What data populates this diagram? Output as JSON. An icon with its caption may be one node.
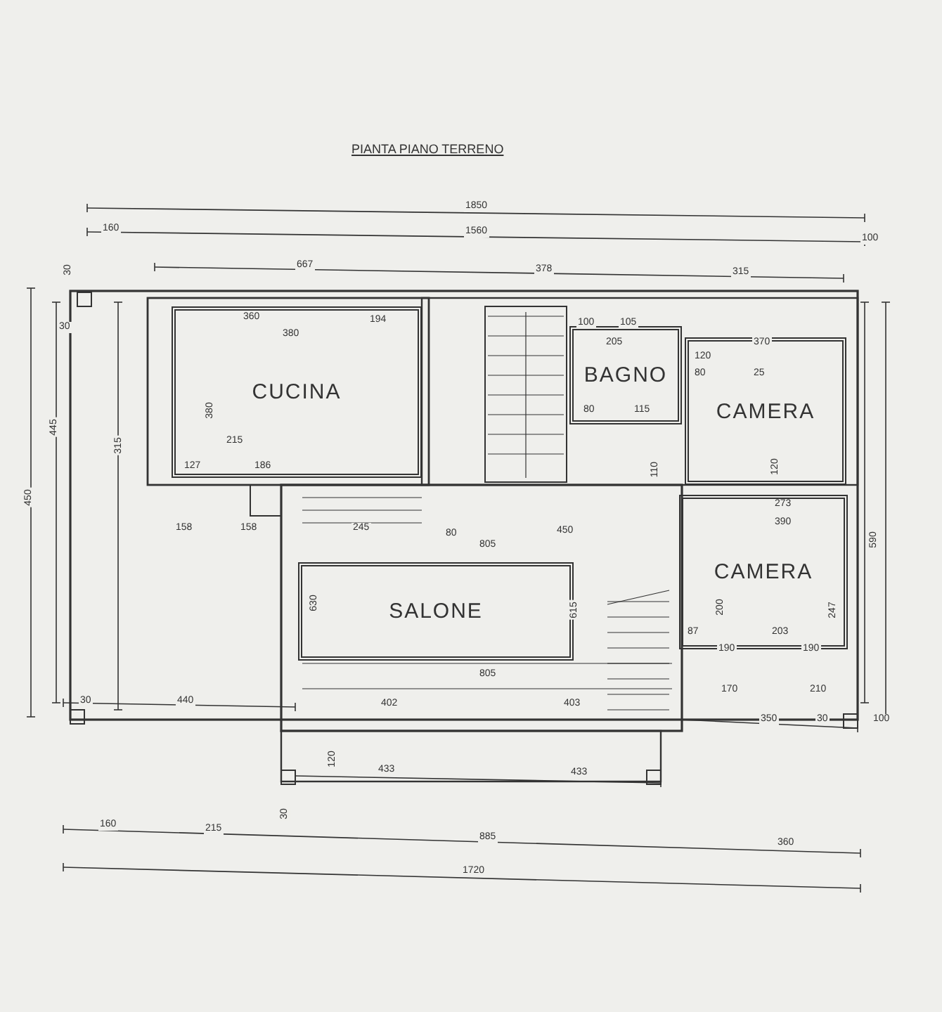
{
  "diagram": {
    "title": "PIANTA PIANO TERRENO",
    "nodes": [
      {
        "text": [
          "CUCINA"
        ]
      },
      {
        "text": [
          "BAGNO"
        ]
      },
      {
        "text": [
          "CAMERA"
        ]
      },
      {
        "text": [
          "CAMERA"
        ]
      },
      {
        "text": [
          "SALONE"
        ]
      }
    ],
    "edges": [],
    "labels": [
      "1850",
      "160",
      "1560",
      "100",
      "667",
      "378",
      "315",
      "30",
      "30",
      "450",
      "445",
      "315",
      "360",
      "194",
      "380",
      "215",
      "127",
      "186",
      "380",
      "158",
      "158",
      "245",
      "80",
      "805",
      "450",
      "630",
      "615",
      "805",
      "30",
      "440",
      "402",
      "403",
      "120",
      "433",
      "433",
      "30",
      "100",
      "105",
      "205",
      "80",
      "115",
      "80",
      "120",
      "370",
      "25",
      "110",
      "120",
      "273",
      "390",
      "590",
      "87",
      "203",
      "200",
      "247",
      "190",
      "190",
      "170",
      "210",
      "350",
      "30",
      "100",
      "160",
      "215",
      "885",
      "360",
      "1720"
    ]
  }
}
